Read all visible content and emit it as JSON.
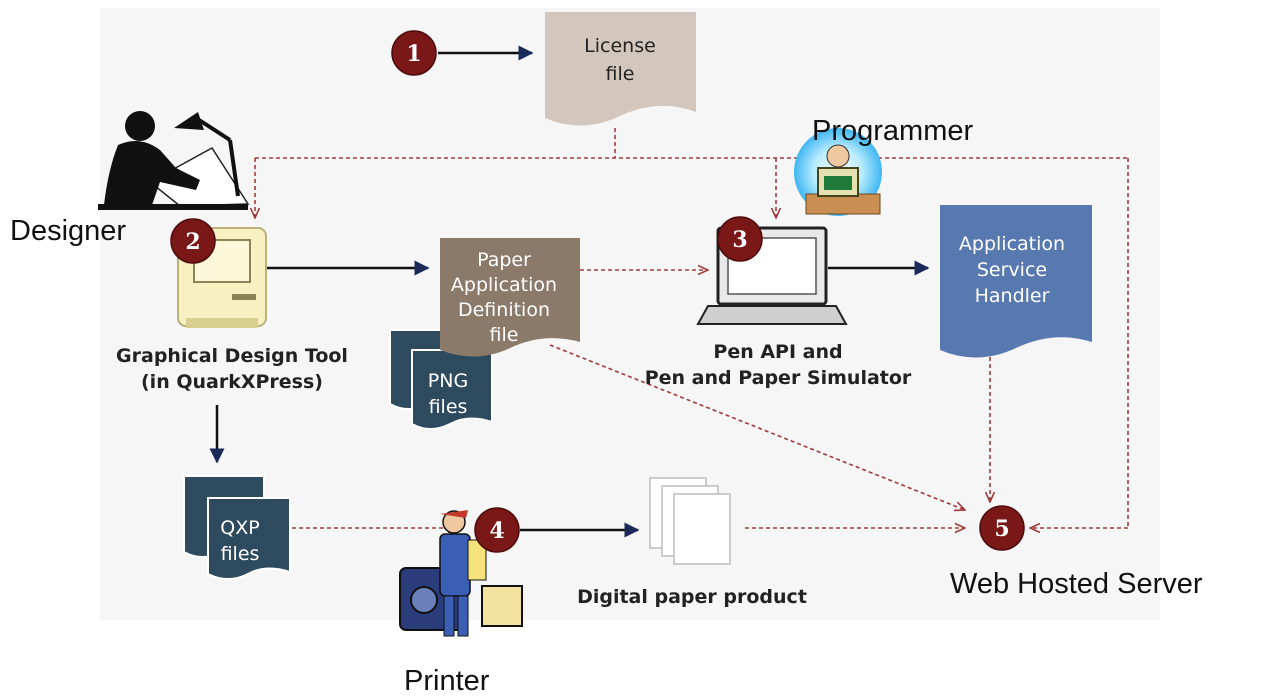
{
  "labels": {
    "designer": "Designer",
    "programmer": "Programmer",
    "printer": "Printer",
    "web_server": "Web Hosted Server",
    "design_tool_1": "Graphical Design Tool",
    "design_tool_2": "(in QuarkXPress)",
    "pen_api_1": "Pen API and",
    "pen_api_2": "Pen and Paper Simulator",
    "digital_paper": "Digital paper product"
  },
  "documents": {
    "license": [
      "License",
      "file"
    ],
    "pad": [
      "Paper",
      "Application",
      "Definition",
      "file"
    ],
    "png": [
      "PNG",
      "files"
    ],
    "qxp": [
      "QXP",
      "files"
    ],
    "handler": [
      "Application",
      "Service",
      "Handler"
    ]
  },
  "steps": [
    "1",
    "2",
    "3",
    "4",
    "5"
  ],
  "colors": {
    "step_circle": "#7a1717",
    "dashed_arrow": "#a03a3a",
    "solid_arrow": "#111111",
    "license_doc": "#d3c7bd",
    "pad_doc": "#8b7a6a",
    "files_doc": "#2d4a5f",
    "handler_doc": "#5878b0",
    "computer_body": "#f7f1c2"
  }
}
